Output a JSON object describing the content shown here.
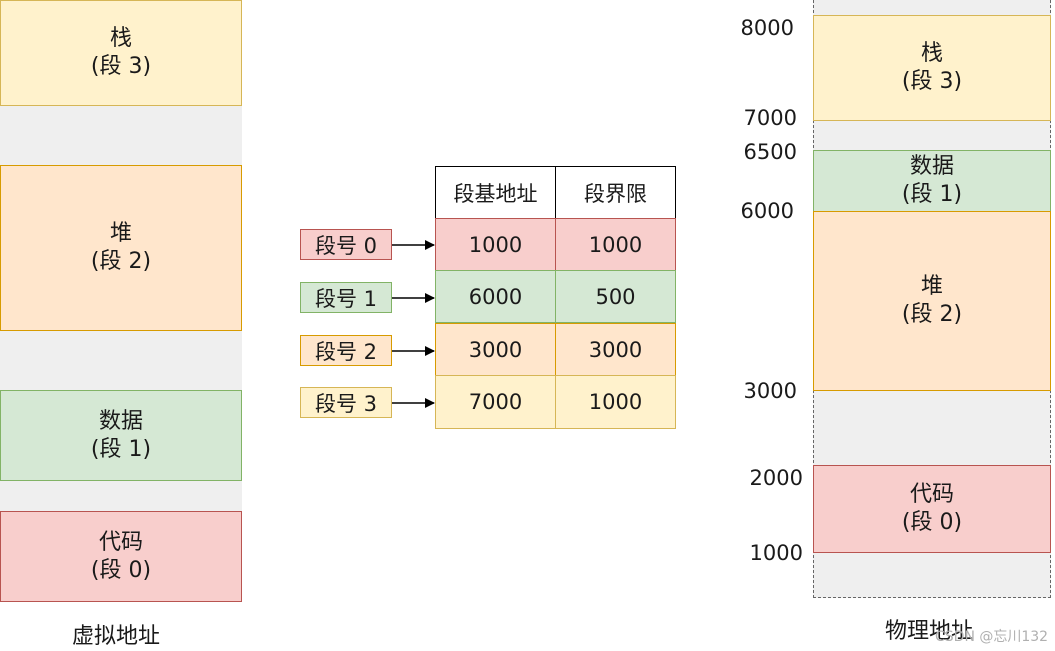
{
  "virtual": {
    "caption": "虚拟地址",
    "segments": [
      {
        "name": "栈",
        "sub": "(段 3)"
      },
      {
        "name": "堆",
        "sub": "(段 2)"
      },
      {
        "name": "数据",
        "sub": "(段 1)"
      },
      {
        "name": "代码",
        "sub": "(段 0)"
      }
    ]
  },
  "table": {
    "headers": [
      "段基地址",
      "段界限"
    ],
    "rows": [
      {
        "id": "段号 0",
        "base": "1000",
        "limit": "1000"
      },
      {
        "id": "段号 1",
        "base": "6000",
        "limit": "500"
      },
      {
        "id": "段号 2",
        "base": "3000",
        "limit": "3000"
      },
      {
        "id": "段号 3",
        "base": "7000",
        "limit": "1000"
      }
    ]
  },
  "physical": {
    "caption": "物理地址",
    "segments": [
      {
        "name": "栈",
        "sub": "(段 3)"
      },
      {
        "name": "数据",
        "sub": "(段 1)"
      },
      {
        "name": "堆",
        "sub": "(段 2)"
      },
      {
        "name": "代码",
        "sub": "(段 0)"
      }
    ],
    "addresses": [
      "8000",
      "7000",
      "6500",
      "6000",
      "3000",
      "2000",
      "1000"
    ]
  },
  "watermark": "CSDN @忘川132",
  "colors": {
    "stack": "#fff2cc",
    "heap": "#ffe6cc",
    "data": "#d5e8d4",
    "code": "#f8cecc",
    "gap": "#efefef"
  }
}
